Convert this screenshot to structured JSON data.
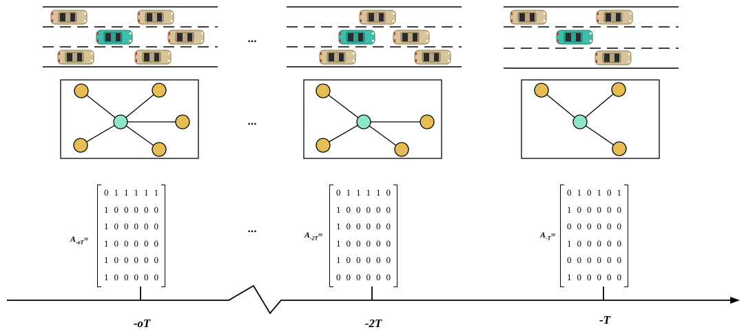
{
  "colors": {
    "car_body": "#d8c49c",
    "car_ego": "#3fbfab",
    "center_node": "#8ee6c8",
    "leaf_node": "#e6bd55",
    "line": "#000000"
  },
  "ellipsis": "...",
  "panels": [
    {
      "id": "panel-oT",
      "tick_label": "-oT",
      "matrix_label": {
        "main": "A",
        "sub": "-oT"
      },
      "matrix": [
        [
          0,
          1,
          1,
          1,
          1,
          1
        ],
        [
          1,
          0,
          0,
          0,
          0,
          0
        ],
        [
          1,
          0,
          0,
          0,
          0,
          0
        ],
        [
          1,
          0,
          0,
          0,
          0,
          0
        ],
        [
          1,
          0,
          0,
          0,
          0,
          0
        ],
        [
          1,
          0,
          0,
          0,
          0,
          0
        ]
      ],
      "road": {
        "lanes": 3,
        "ego_lane": 1,
        "neighbors": [
          [
            0,
            0.2
          ],
          [
            0,
            0.55
          ],
          [
            1,
            0.75
          ],
          [
            2,
            0.15
          ],
          [
            2,
            0.55
          ]
        ]
      },
      "graph": {
        "leaves": 5
      }
    },
    {
      "id": "panel-2T",
      "tick_label": "-2T",
      "matrix_label": {
        "main": "A",
        "sub": "-2T"
      },
      "matrix": [
        [
          0,
          1,
          1,
          1,
          1,
          0
        ],
        [
          1,
          0,
          0,
          0,
          0,
          0
        ],
        [
          1,
          0,
          0,
          0,
          0,
          0
        ],
        [
          1,
          0,
          0,
          0,
          0,
          0
        ],
        [
          1,
          0,
          0,
          0,
          0,
          0
        ],
        [
          0,
          0,
          0,
          0,
          0,
          0
        ]
      ],
      "road": {
        "lanes": 3,
        "ego_lane": 1
      },
      "graph": {
        "leaves": 4
      }
    },
    {
      "id": "panel-T",
      "tick_label": "-T",
      "matrix_label": {
        "main": "A",
        "sub": "-T"
      },
      "matrix": [
        [
          0,
          1,
          0,
          1,
          0,
          1
        ],
        [
          1,
          0,
          0,
          0,
          0,
          0
        ],
        [
          0,
          0,
          0,
          0,
          0,
          0
        ],
        [
          1,
          0,
          0,
          0,
          0,
          0
        ],
        [
          0,
          0,
          0,
          0,
          0,
          0
        ],
        [
          1,
          0,
          0,
          0,
          0,
          0
        ]
      ],
      "road": {
        "lanes": 3,
        "ego_lane": 1
      },
      "graph": {
        "leaves": 3
      }
    }
  ]
}
